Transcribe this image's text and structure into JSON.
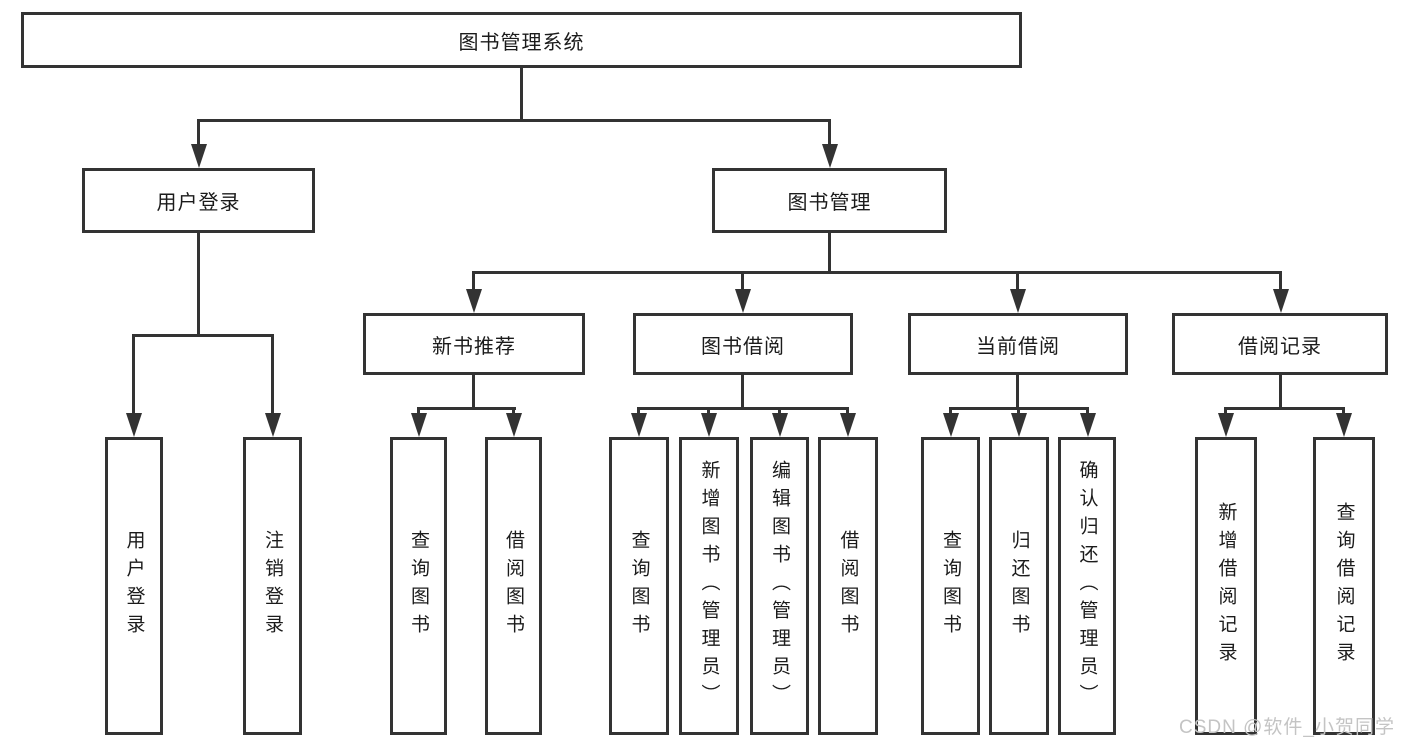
{
  "diagram": {
    "root": {
      "label": "图书管理系统"
    },
    "branches": [
      {
        "label": "用户登录",
        "children": [
          {
            "label": "用户登录"
          },
          {
            "label": "注销登录"
          }
        ]
      },
      {
        "label": "图书管理",
        "children": [
          {
            "label": "新书推荐",
            "children": [
              {
                "label": "查询图书"
              },
              {
                "label": "借阅图书"
              }
            ]
          },
          {
            "label": "图书借阅",
            "children": [
              {
                "label": "查询图书"
              },
              {
                "label": "新增图书（管理员）"
              },
              {
                "label": "编辑图书（管理员）"
              },
              {
                "label": "借阅图书"
              }
            ]
          },
          {
            "label": "当前借阅",
            "children": [
              {
                "label": "查询图书"
              },
              {
                "label": "归还图书"
              },
              {
                "label": "确认归还（管理员）"
              }
            ]
          },
          {
            "label": "借阅记录",
            "children": [
              {
                "label": "新增借阅记录"
              },
              {
                "label": "查询借阅记录"
              }
            ]
          }
        ]
      }
    ]
  },
  "watermark": {
    "text": "CSDN @软件_小贺同学"
  },
  "colors": {
    "line": "#333333",
    "text": "#1b1b1b",
    "background": "#ffffff",
    "watermark": "#c4c4c4"
  }
}
